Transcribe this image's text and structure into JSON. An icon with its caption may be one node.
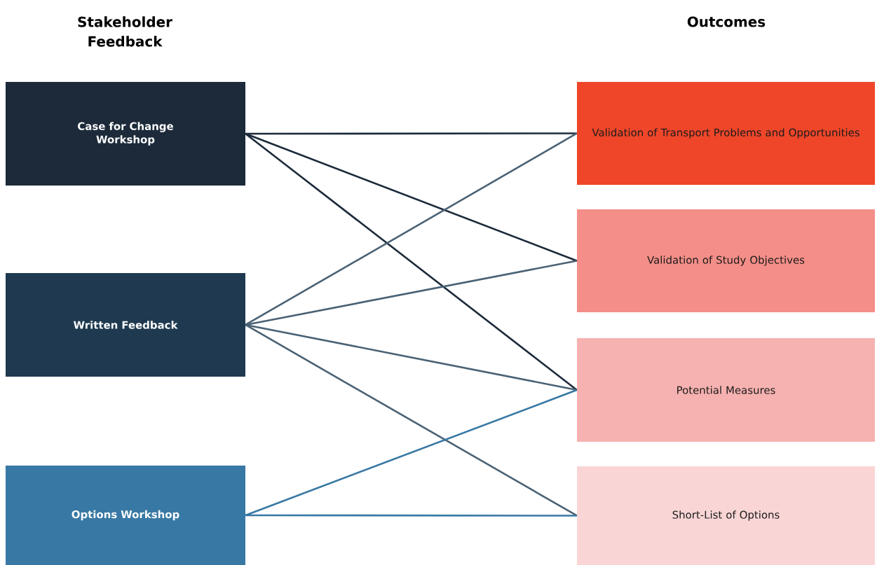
{
  "diagram": {
    "nodes": [
      {
        "text": [
          "Case for Change Workshop"
        ]
      },
      {
        "text": [
          "Written Feedback"
        ]
      },
      {
        "text": [
          "Options Workshop"
        ]
      },
      {
        "text": [
          "Validation of Transport Problems and Opportunities"
        ]
      },
      {
        "text": [
          "Validation of Study Objectives"
        ]
      },
      {
        "text": [
          "Potential Measures"
        ]
      },
      {
        "text": [
          "Short-List of Options"
        ]
      }
    ],
    "edges": [
      {
        "from": 0,
        "to": 3,
        "arrow": "none",
        "color": "#1c2a3a"
      },
      {
        "from": 0,
        "to": 4,
        "arrow": "none",
        "color": "#1c2a3a"
      },
      {
        "from": 0,
        "to": 5,
        "arrow": "none",
        "color": "#1c2a3a"
      },
      {
        "from": 1,
        "to": 3,
        "arrow": "none",
        "color": "#4a6275"
      },
      {
        "from": 1,
        "to": 4,
        "arrow": "none",
        "color": "#4a6275"
      },
      {
        "from": 1,
        "to": 5,
        "arrow": "none",
        "color": "#4a6275"
      },
      {
        "from": 1,
        "to": 6,
        "arrow": "none",
        "color": "#4a6275"
      },
      {
        "from": 2,
        "to": 5,
        "arrow": "none",
        "color": "#3878a4"
      },
      {
        "from": 2,
        "to": 6,
        "arrow": "none",
        "color": "#3878a4"
      }
    ],
    "labels": [
      "Stakeholder Feedback",
      "Outcomes"
    ]
  }
}
